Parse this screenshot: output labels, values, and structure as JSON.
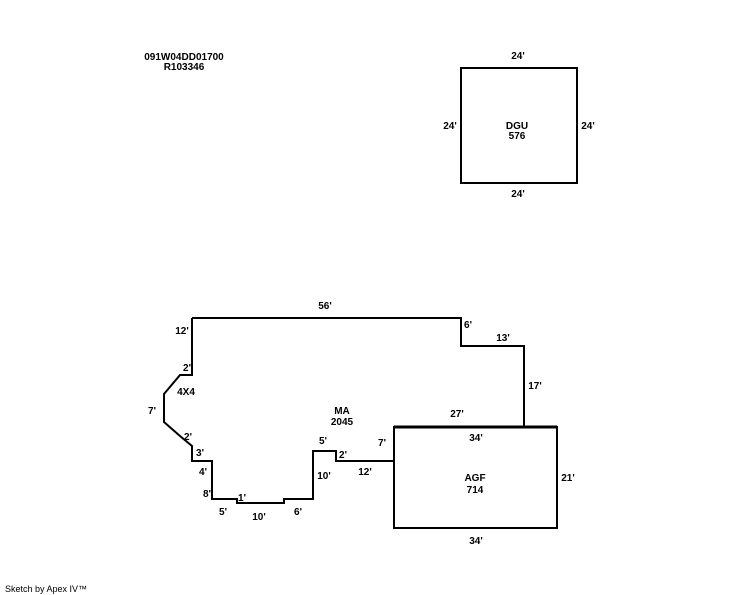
{
  "header": {
    "parcel_id": "091W04DD01700",
    "account_id": "R103346"
  },
  "dgu": {
    "label": "DGU",
    "area": "576",
    "dims": {
      "top": "24'",
      "left": "24'",
      "right": "24'",
      "bottom": "24'"
    }
  },
  "ma": {
    "label": "MA",
    "area": "2045",
    "dims": {
      "top": "56'",
      "upper_left": "12'",
      "step_right": "6'",
      "notch_top": "13'",
      "right_side": "17'",
      "agf_top": "27'",
      "corner_upper": "2'",
      "cut_label": "4X4",
      "left_side": "7'",
      "corner_lower": "2'",
      "step_a": "3'",
      "step_b": "4'",
      "step_c": "8'",
      "bottom_a": "5'",
      "bottom_b": "1'",
      "bottom_c": "10'",
      "bottom_d": "6'",
      "inner_up": "10'",
      "inner_top": "5'",
      "inner_step": "2'",
      "inner_long": "12'",
      "inner_right": "7'"
    }
  },
  "agf": {
    "label": "AGF",
    "area": "714",
    "dims": {
      "top": "34'",
      "right": "21'",
      "bottom": "34'"
    }
  },
  "footer": {
    "text": "Sketch by Apex IV™"
  }
}
